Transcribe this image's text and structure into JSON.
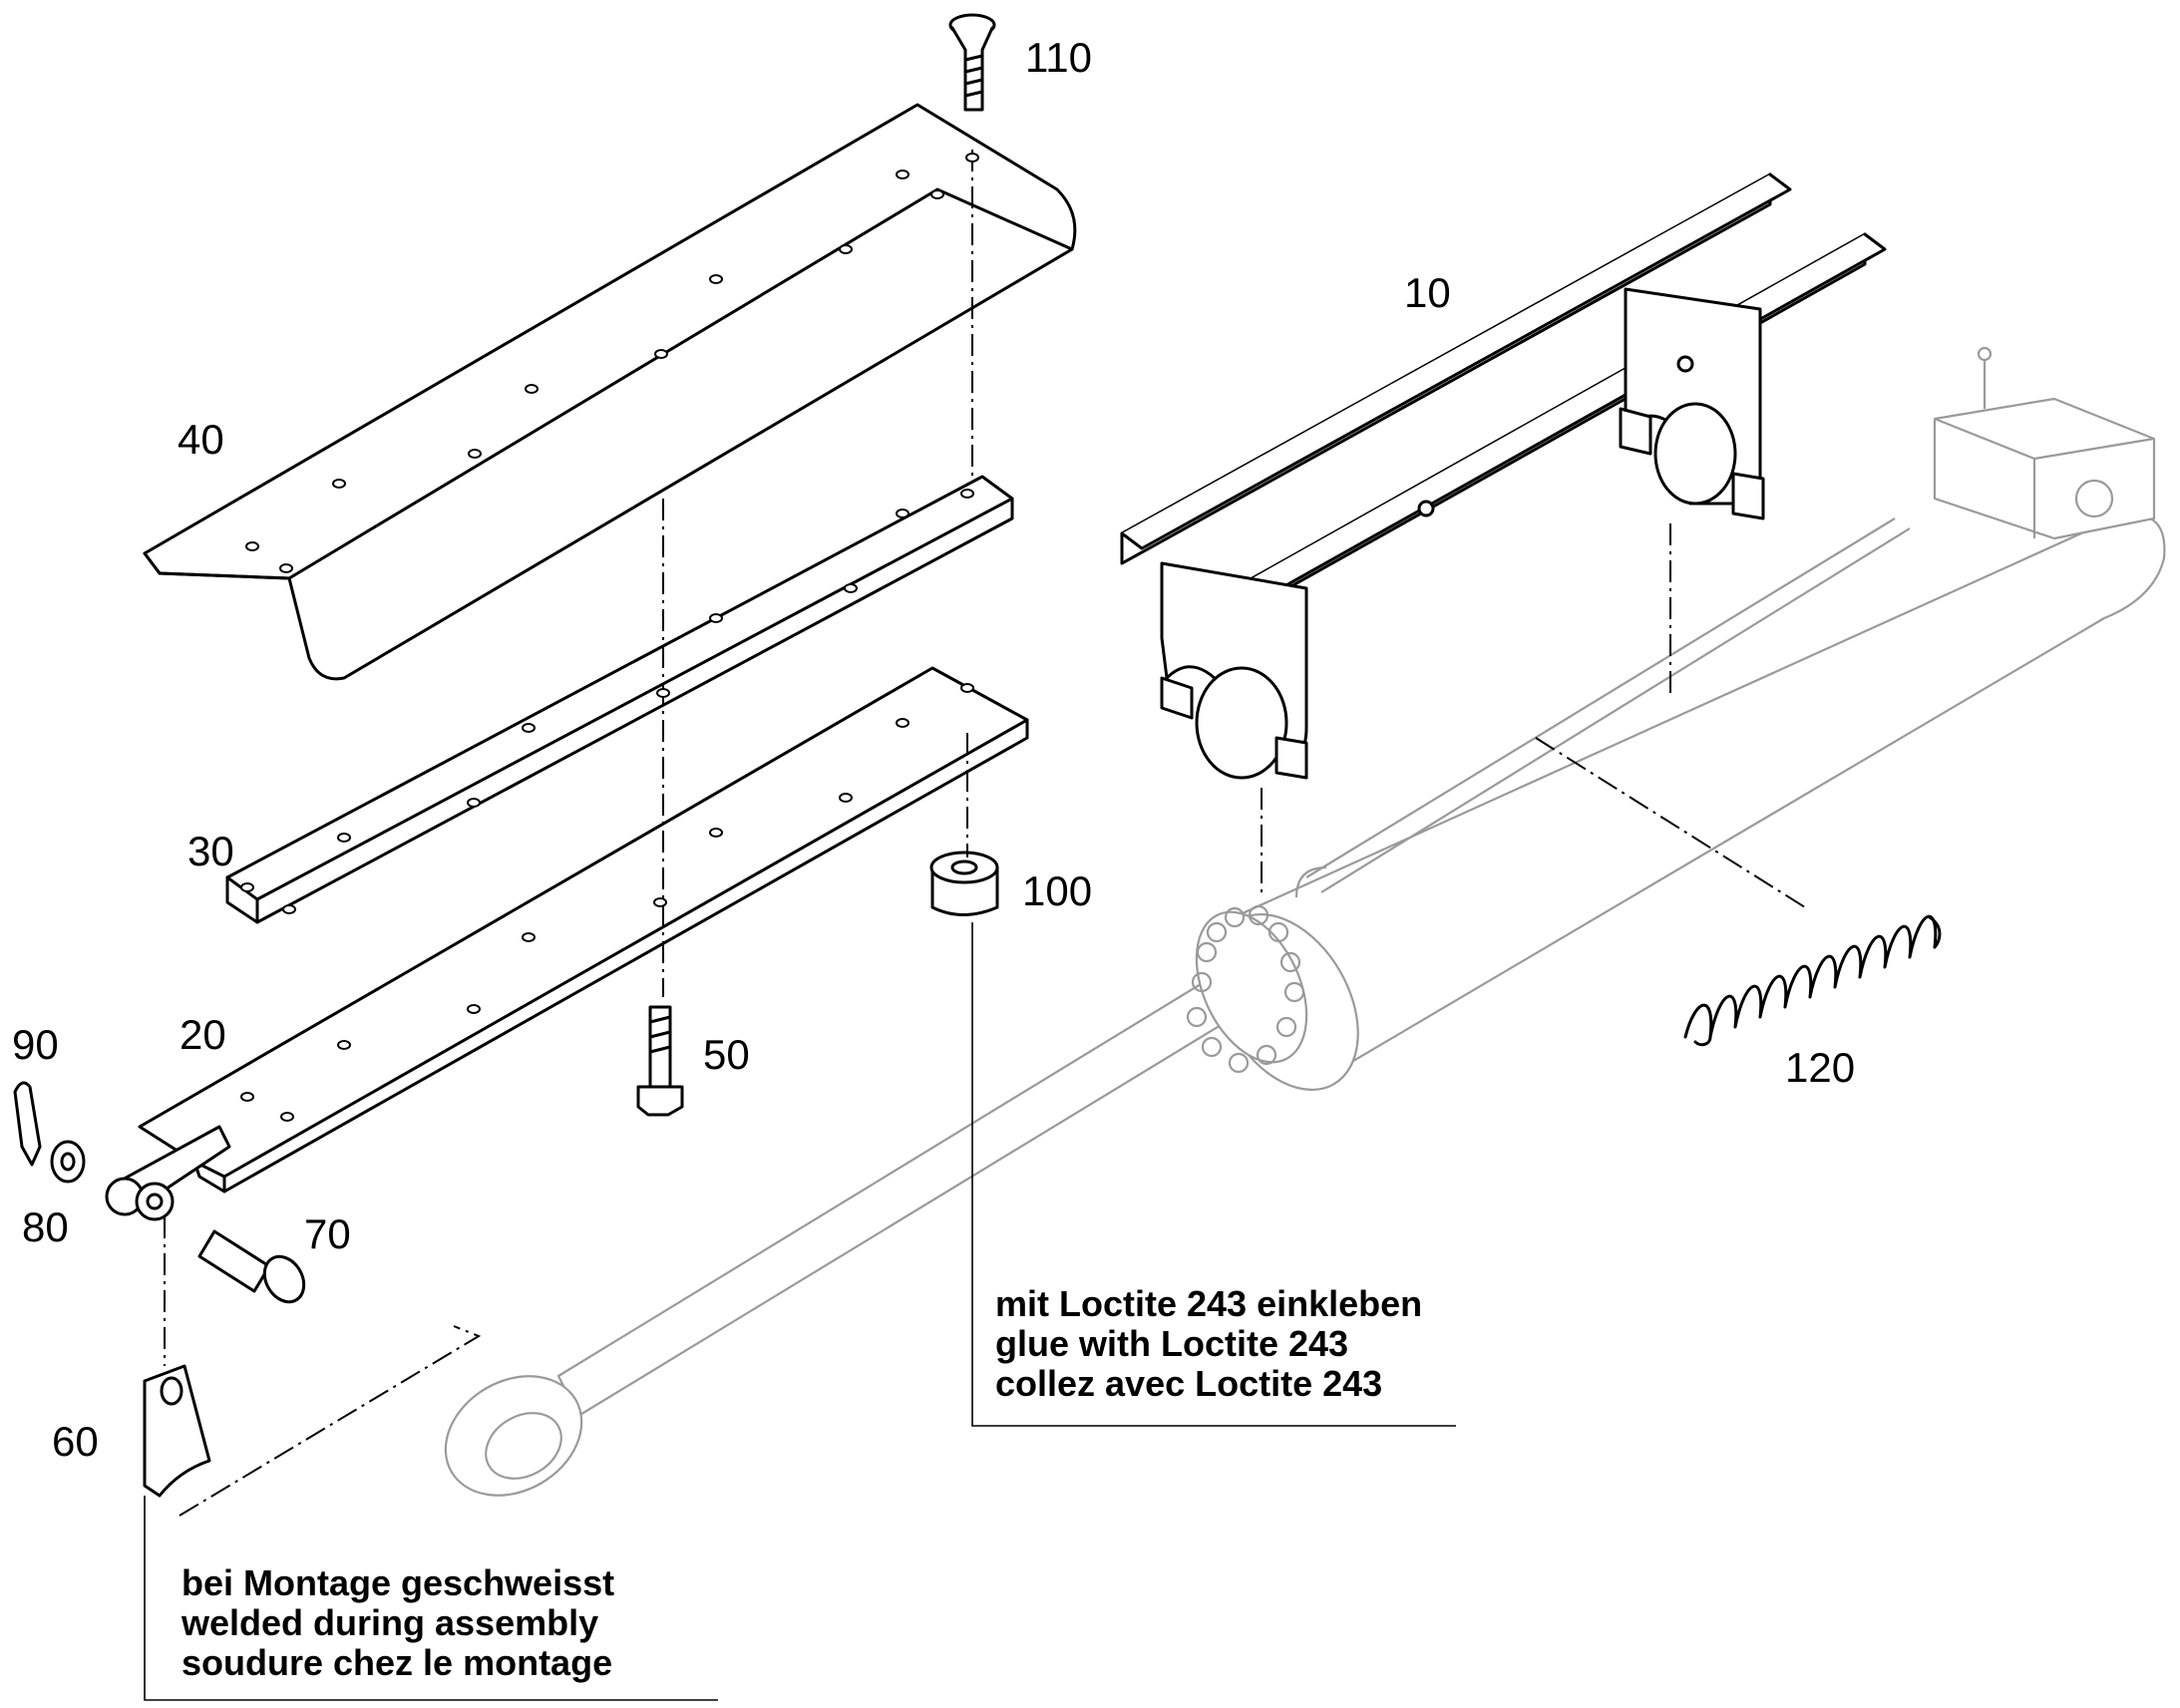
{
  "part_labels": {
    "p10": "10",
    "p20": "20",
    "p30": "30",
    "p40": "40",
    "p50": "50",
    "p60": "60",
    "p70": "70",
    "p80": "80",
    "p90": "90",
    "p100": "100",
    "p110": "110",
    "p120": "120"
  },
  "notes": {
    "loctite": [
      "mit Loctite 243 einkleben",
      "glue with Loctite 243",
      "collez avec Loctite 243"
    ],
    "welded": [
      "bei Montage geschweisst",
      "welded during assembly",
      "soudure chez le montage"
    ]
  }
}
